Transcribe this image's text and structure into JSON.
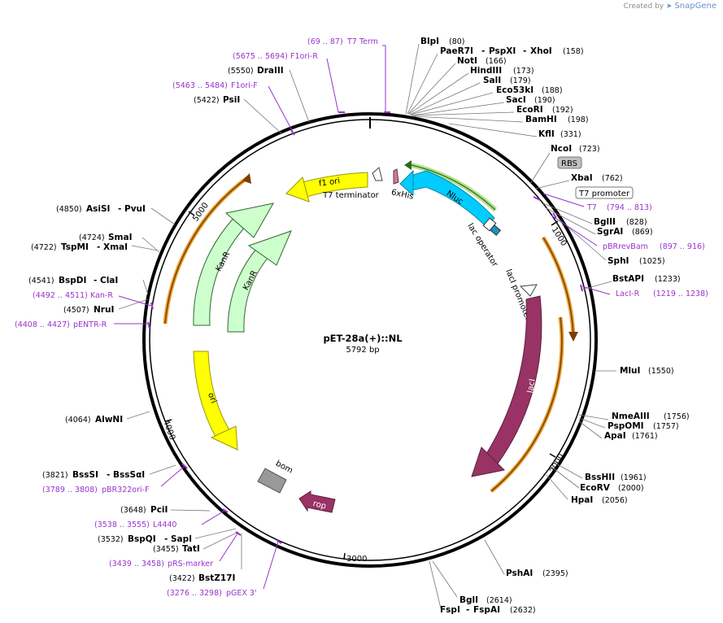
{
  "header": {
    "prefix": "Created by",
    "brand": "SnapGene"
  },
  "plasmid": {
    "name": "pET-28a(+)::NL",
    "size_label": "5792 bp"
  },
  "colors": {
    "backbone": "#000000",
    "primer": "#9933cc",
    "feature_yellow": "#ffff00",
    "feature_green": "#ccffcc",
    "feature_cyan": "#00ccff",
    "feature_magenta": "#993366",
    "feature_orange": "#ff9900",
    "feature_gray": "#999999"
  },
  "ticks": [
    "1000",
    "2000",
    "3000",
    "4000",
    "5000"
  ],
  "features": {
    "f1ori": "f1 ori",
    "t7term": "T7 terminator",
    "his": "6xHis",
    "nluc": "Nluc",
    "lacop": "lac operator",
    "lacprom": "lacI promoter",
    "laci": "lacI",
    "rbs": "RBS",
    "t7prom": "T7 promoter",
    "kanr1": "KanR",
    "kanr2": "KanR",
    "ori": "ori",
    "bom": "bom",
    "rop": "rop"
  },
  "sites": {
    "r1": {
      "name": "BlpI",
      "pos": "(80)"
    },
    "r2": {
      "name": "PaeR7I",
      "name2": "PspXI",
      "name3": "XhoI",
      "pos": "(158)"
    },
    "r3": {
      "name": "NotI",
      "pos": "(166)"
    },
    "r4": {
      "name": "HindIII",
      "pos": "(173)"
    },
    "r5": {
      "name": "SalI",
      "pos": "(179)"
    },
    "r6": {
      "name": "Eco53kI",
      "pos": "(188)"
    },
    "r7": {
      "name": "SacI",
      "pos": "(190)"
    },
    "r8": {
      "name": "EcoRI",
      "pos": "(192)"
    },
    "r9": {
      "name": "BamHI",
      "pos": "(198)"
    },
    "r10": {
      "name": "KflI",
      "pos": "(331)"
    },
    "r11": {
      "name": "NcoI",
      "pos": "(723)"
    },
    "r12": {
      "name": "XbaI",
      "pos": "(762)"
    },
    "r13": {
      "name": "BglII",
      "pos": "(828)"
    },
    "r14": {
      "name": "SgrAI",
      "pos": "(869)"
    },
    "r15": {
      "name": "SphI",
      "pos": "(1025)"
    },
    "r16": {
      "name": "BstAPI",
      "pos": "(1233)"
    },
    "r17": {
      "name": "MluI",
      "pos": "(1550)"
    },
    "r18": {
      "name": "NmeAIII",
      "pos": "(1756)"
    },
    "r19": {
      "name": "PspOMI",
      "pos": "(1757)"
    },
    "r20": {
      "name": "ApaI",
      "pos": "(1761)"
    },
    "r21": {
      "name": "BssHII",
      "pos": "(1961)"
    },
    "r22": {
      "name": "EcoRV",
      "pos": "(2000)"
    },
    "r23": {
      "name": "HpaI",
      "pos": "(2056)"
    },
    "r24": {
      "name": "PshAI",
      "pos": "(2395)"
    },
    "r25": {
      "name": "BglI",
      "pos": "(2614)"
    },
    "r26": {
      "name": "FspI",
      "name2": "FspAI",
      "pos": "(2632)"
    },
    "l1": {
      "name": "PsiI",
      "pos": "(5422)"
    },
    "l2": {
      "name": "DraIII",
      "pos": "(5550)"
    },
    "l3": {
      "name": "AsiSI",
      "name2": "PvuI",
      "pos": "(4850)"
    },
    "l4": {
      "name": "SmaI",
      "pos": "(4724)"
    },
    "l5": {
      "name": "TspMI",
      "name2": "XmaI",
      "pos": "(4722)"
    },
    "l6": {
      "name": "BspDI",
      "name2": "ClaI",
      "pos": "(4541)"
    },
    "l7": {
      "name": "NruI",
      "pos": "(4507)"
    },
    "l8": {
      "name": "AlwNI",
      "pos": "(4064)"
    },
    "l9": {
      "name": "BssSI",
      "name2": "BssSαI",
      "pos": "(3821)"
    },
    "l10": {
      "name": "PciI",
      "pos": "(3648)"
    },
    "l11": {
      "name": "BspQI",
      "name2": "SapI",
      "pos": "(3532)"
    },
    "l12": {
      "name": "TatI",
      "pos": "(3455)"
    },
    "l13": {
      "name": "BstZ17I",
      "pos": "(3422)"
    }
  },
  "primers": {
    "p1": {
      "name": "T7 Term",
      "range": "(69 .. 87)"
    },
    "p2": {
      "name": "F1ori-R",
      "range": "(5675 .. 5694)"
    },
    "p3": {
      "name": "F1ori-F",
      "range": "(5463 .. 5484)"
    },
    "p4": {
      "name": "T7",
      "range": "(794 .. 813)"
    },
    "p5": {
      "name": "pBRrevBam",
      "range": "(897 .. 916)"
    },
    "p6": {
      "name": "LacI-R",
      "range": "(1219 .. 1238)"
    },
    "p7": {
      "name": "Kan-R",
      "range": "(4492 .. 4511)"
    },
    "p8": {
      "name": "pENTR-R",
      "range": "(4408 .. 4427)"
    },
    "p9": {
      "name": "pBR322ori-F",
      "range": "(3789 .. 3808)"
    },
    "p10": {
      "name": "L4440",
      "range": "(3538 .. 3555)"
    },
    "p11": {
      "name": "pRS-marker",
      "range": "(3439 .. 3458)"
    },
    "p12": {
      "name": "pGEX 3'",
      "range": "(3276 .. 3298)"
    }
  }
}
